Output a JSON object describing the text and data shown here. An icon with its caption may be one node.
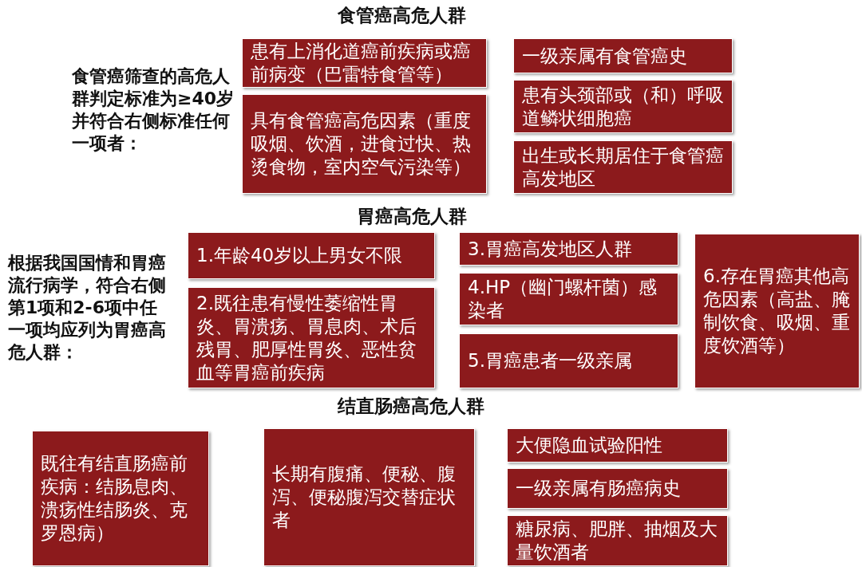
{
  "diagram": {
    "nodes": [
      {
        "text": [
          "患有上消化道癌前疾病或癌前病变（巴雷特食管等）"
        ]
      },
      {
        "text": [
          "一级亲属有食管癌史"
        ]
      },
      {
        "text": [
          "具有食管癌高危因素（重度吸烟、饮酒，进食过快、热烫食物，室内空气污染等）"
        ]
      },
      {
        "text": [
          "患有头颈部或（和）呼吸道鳞状细胞癌"
        ]
      },
      {
        "text": [
          "出生或长期居住于食管癌高发地区"
        ]
      },
      {
        "text": [
          "1.年龄40岁以上男女不限"
        ]
      },
      {
        "text": [
          "3.胃癌高发地区人群"
        ]
      },
      {
        "text": [
          "6.存在胃癌其他高危因素（高盐、腌制饮食、吸烟、重度饮酒等）"
        ]
      },
      {
        "text": [
          "4.HP（幽门螺杆菌）感染者"
        ]
      },
      {
        "text": [
          "2.既往患有慢性萎缩性胃炎、胃溃疡、胃息肉、术后残胃、肥厚性胃炎、恶性贫血等胃癌前疾病"
        ]
      },
      {
        "text": [
          "5.胃癌患者一级亲属"
        ]
      },
      {
        "text": [
          "既往有结直肠癌前疾病：结肠息肉、溃疡性结肠炎、克罗恩病）"
        ]
      },
      {
        "text": [
          "长期有腹痛、便秘、腹泻、便秘腹泻交替症状者"
        ]
      },
      {
        "text": [
          "大便隐血试验阳性"
        ]
      },
      {
        "text": [
          "一级亲属有肠癌病史"
        ]
      },
      {
        "text": [
          "糖尿病、肥胖、抽烟及大量饮酒者"
        ]
      }
    ],
    "labels": [
      "食管癌高危人群",
      "食管癌筛查的高危人群判定标准为≥40岁并符合右侧标准任何一项者：",
      "胃癌高危人群",
      "根据我国国情和胃癌流行病学，符合右侧第1项和2-6项中任一项均应列为胃癌高危人群：",
      "结直肠癌高危人群"
    ]
  }
}
